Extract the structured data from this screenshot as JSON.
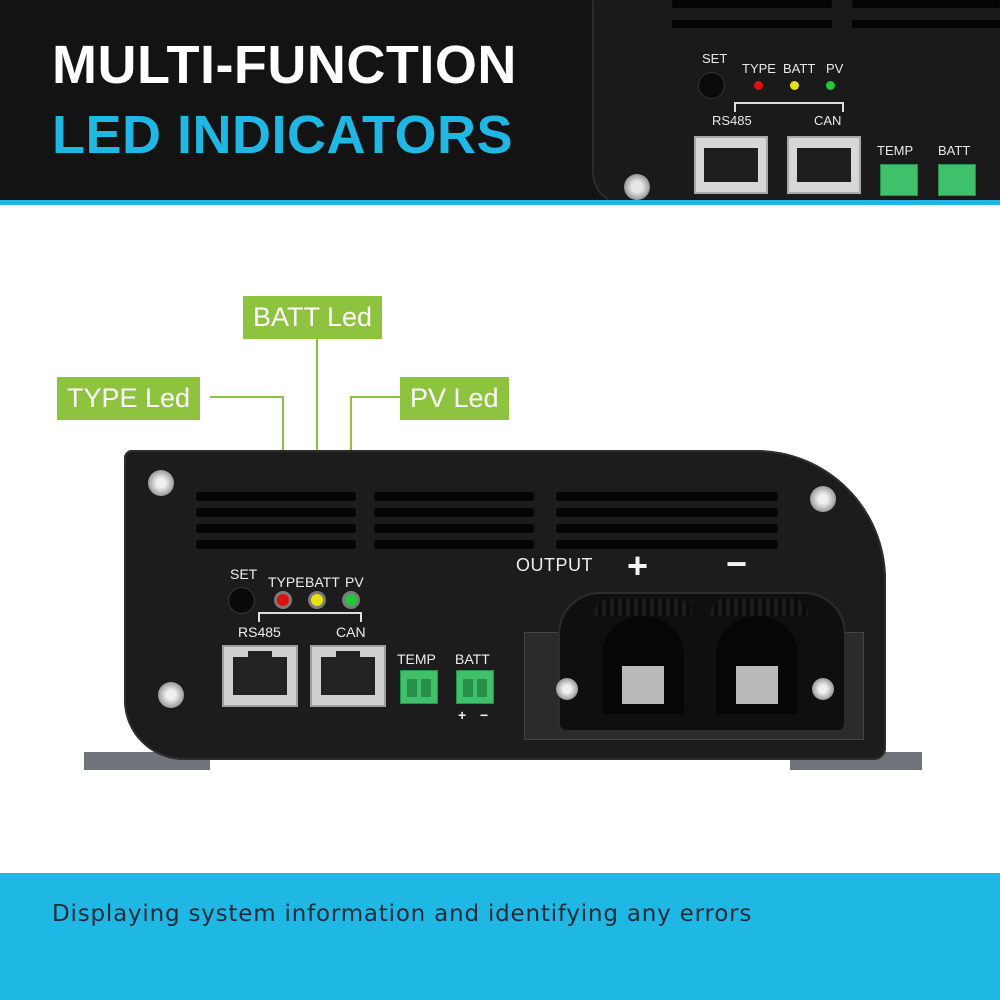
{
  "header": {
    "title_line1": "MULTI-FUNCTION",
    "title_line2": "LED INDICATORS",
    "accent_color": "#1fb7e4",
    "closeup_labels": {
      "set": "SET",
      "type": "TYPE",
      "batt": "BATT",
      "pv": "PV",
      "rs485": "RS485",
      "can": "CAN",
      "temp": "TEMP",
      "batt_terminal": "BATT"
    }
  },
  "callouts": {
    "batt_led": "BATT Led",
    "type_led": "TYPE Led",
    "pv_led": "PV Led",
    "color": "#8ec33f"
  },
  "device": {
    "set_label": "SET",
    "led_labels": {
      "type": "TYPE",
      "batt": "BATT",
      "pv": "PV"
    },
    "led_colors": {
      "type": "#e01010",
      "batt": "#e7e10f",
      "pv": "#22c83a"
    },
    "rs485_label": "RS485",
    "can_label": "CAN",
    "temp_label": "TEMP",
    "batt_label": "BATT",
    "batt_plus": "+",
    "batt_minus": "−",
    "output_label": "OUTPUT",
    "output_plus": "+",
    "output_minus": "−"
  },
  "footer": {
    "text": "Displaying system information and identifying any errors",
    "color": "#1fb7e4"
  }
}
